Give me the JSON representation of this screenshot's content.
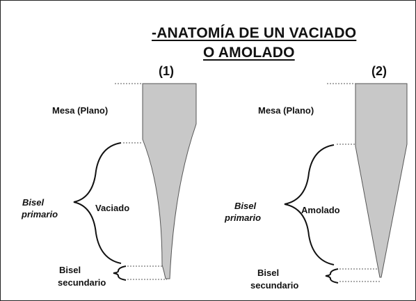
{
  "title": {
    "line1": "-ANATOMÍA DE UN VACIADO",
    "line2": "O AMOLADO"
  },
  "left": {
    "number": "(1)",
    "mesa": "Mesa (Plano)",
    "bisel_primario_line1": "Bisel",
    "bisel_primario_line2": "primario",
    "middle": "Vaciado",
    "bisel_secundario_line1": "Bisel",
    "bisel_secundario_line2": "secundario"
  },
  "right": {
    "number": "(2)",
    "mesa": "Mesa (Plano)",
    "bisel_primario_line1": "Bisel",
    "bisel_primario_line2": "primario",
    "middle": "Amolado",
    "bisel_secundario_line1": "Bisel",
    "bisel_secundario_line2": "secundario"
  },
  "colors": {
    "blade_fill": "#c8c8c8",
    "blade_stroke": "#555555",
    "line": "#111111",
    "dotted": "#777777"
  }
}
